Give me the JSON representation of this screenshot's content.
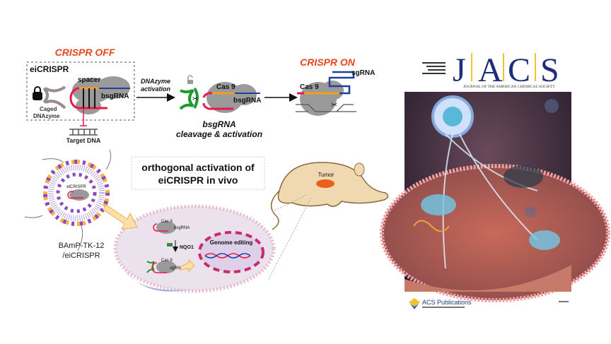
{
  "scheme": {
    "crispr_off": "CRISPR OFF",
    "crispr_on": "CRISPR ON",
    "eicrispr_label": "eiCRISPR",
    "spacer": "spacer",
    "bsgrna": "bsgRNA",
    "caged_1": "Caged",
    "caged_2": "DNAzyme",
    "target_dna": "Target DNA",
    "activation_1": "DNAzyme",
    "activation_2": "activation",
    "cas9": "Cas 9",
    "cleavage_1": "bsgRNA",
    "cleavage_2": "cleavage & activation",
    "sgrna": "sgRNA"
  },
  "in_vivo": {
    "title_1": "orthogonal activation of",
    "title_2": "eiCRISPR in vivo",
    "nanoparticle_label": "eiCRISPR",
    "carrier_1": "BAmP-TK-12",
    "carrier_2": "/eiCRISPR",
    "tumor": "Tumor",
    "cell_cas9": "Cas 9",
    "cell_bsgrna": "bsgRNA",
    "nqo1": "NQO1",
    "cell_cas9_2": "Cas 9",
    "cell_sgrna": "sgRNA",
    "genome_editing": "Genome editing"
  },
  "cover": {
    "logo": "JACS",
    "journal_name": "JOURNAL OF THE AMERICAN CHEMICAL SOCIETY",
    "publisher": "ACS Publications"
  },
  "colors": {
    "crispr_red": "#e8461e",
    "rna_red": "#e8194a",
    "blue": "#1f3f9e",
    "orange": "#f0a020",
    "green": "#1e9a2e",
    "jacs_navy": "#1d2f7a",
    "jacs_gold": "#f2c230"
  }
}
